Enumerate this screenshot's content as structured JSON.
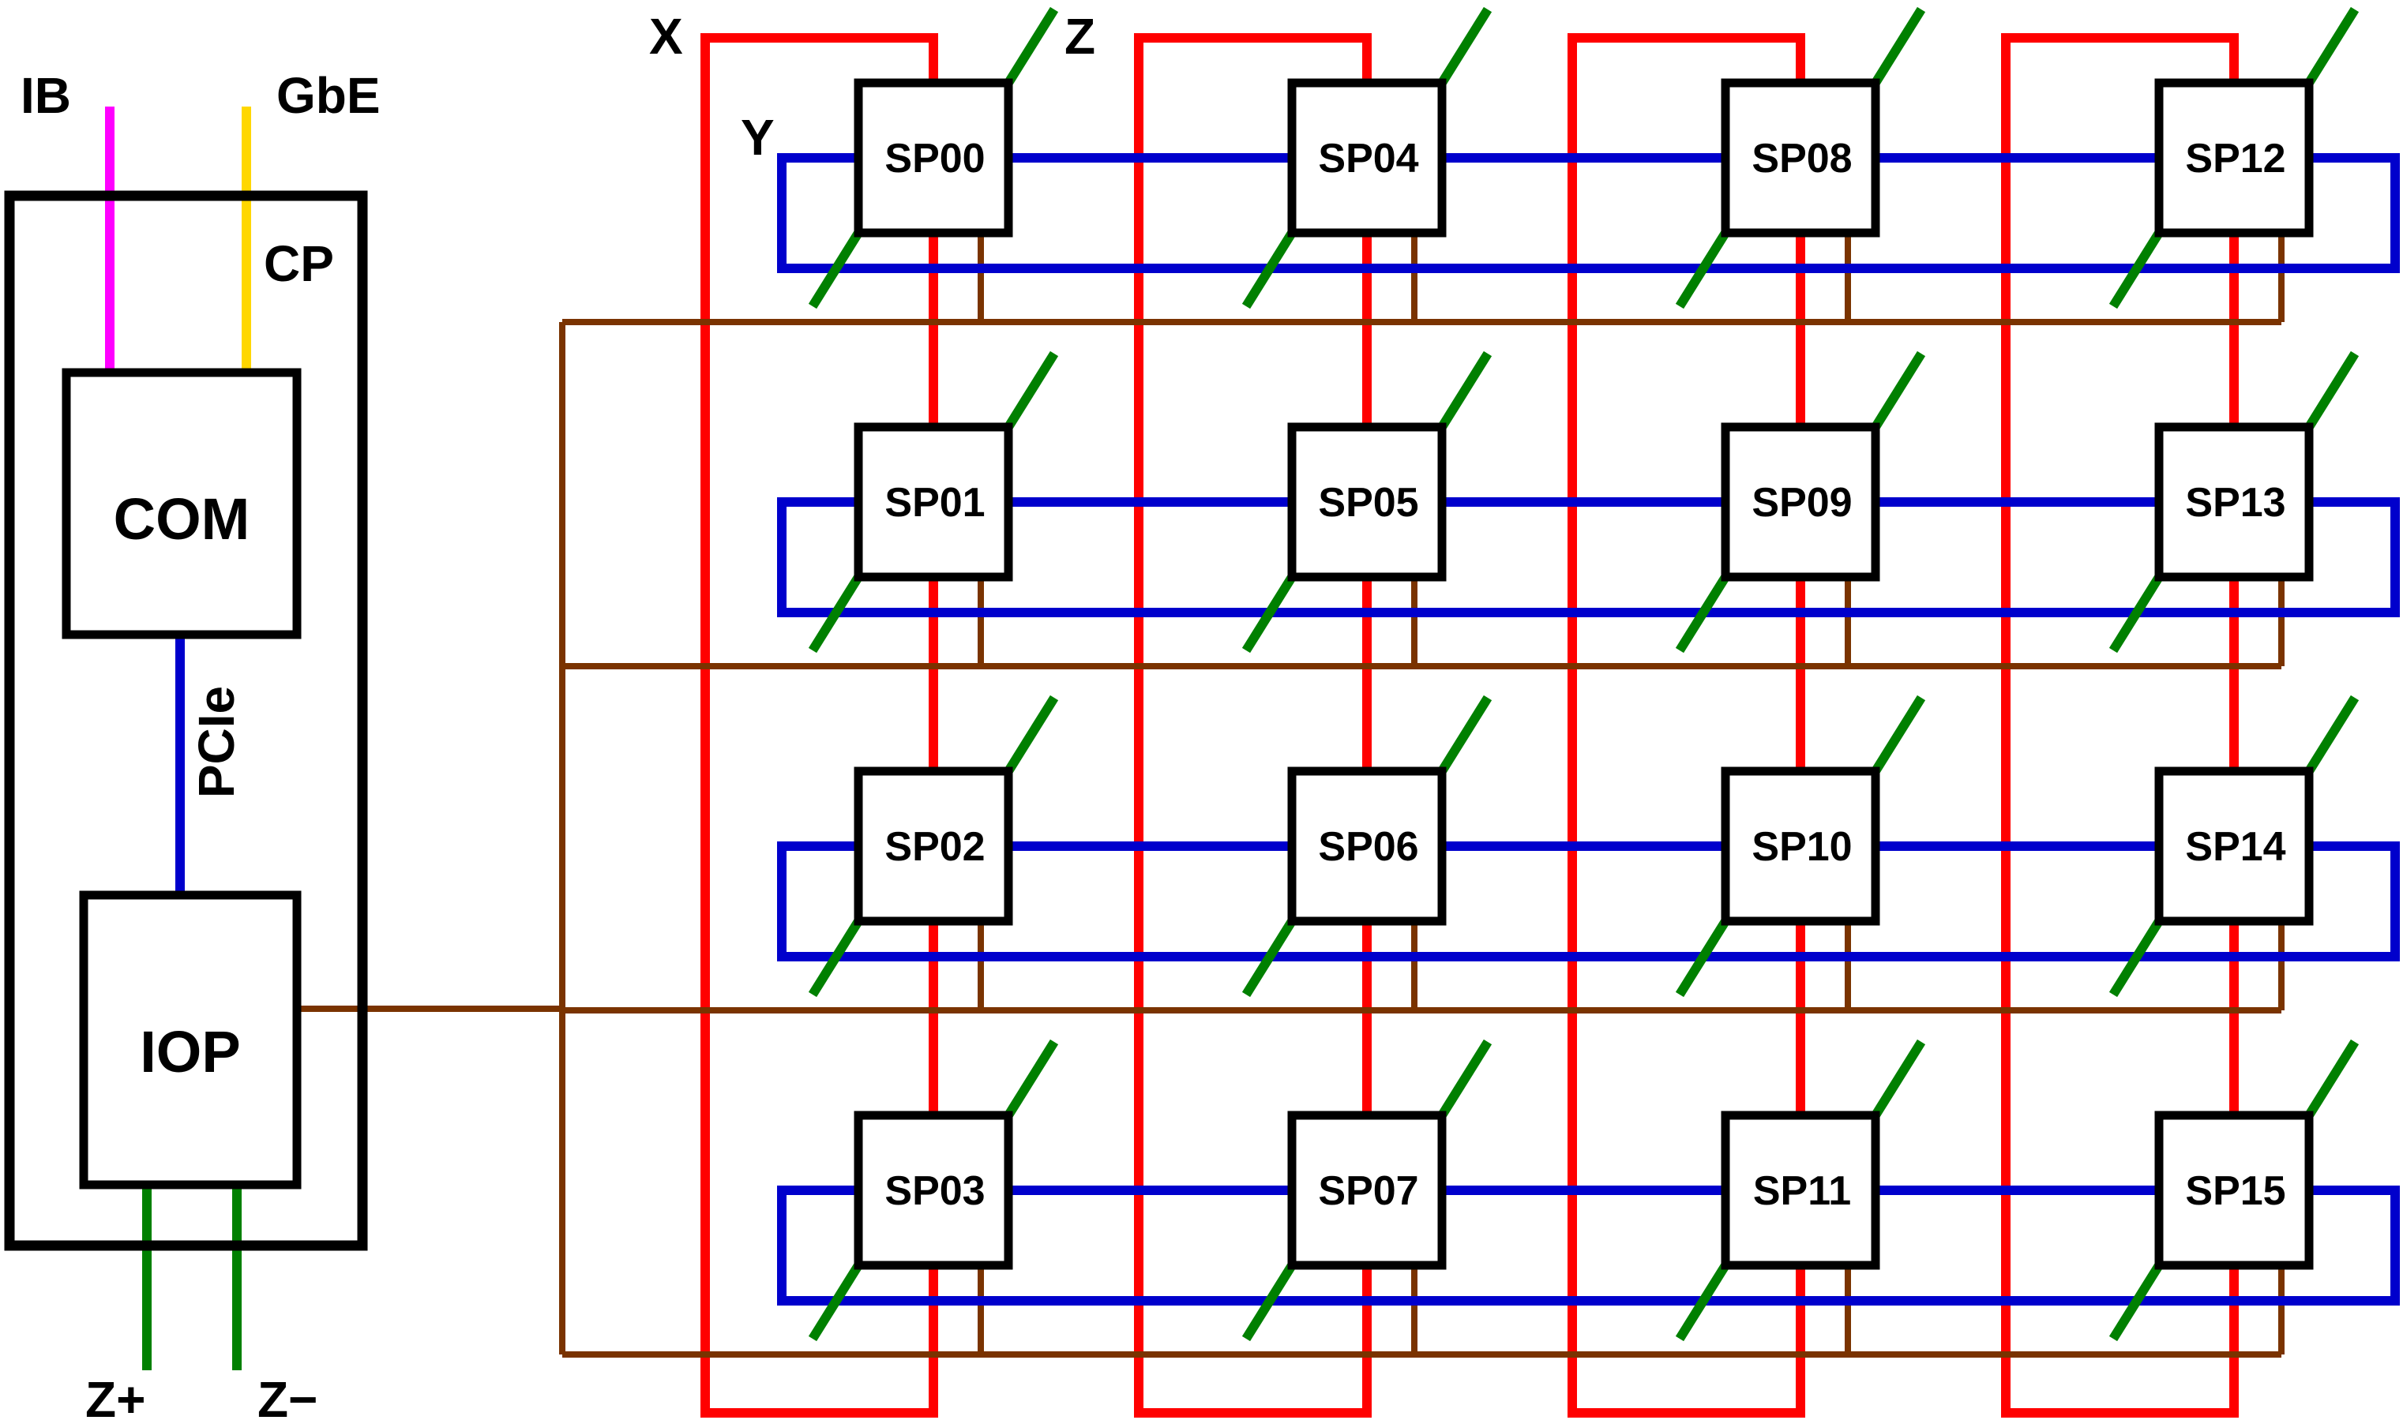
{
  "labels": {
    "ib": "IB",
    "gbe": "GbE",
    "cp": "CP",
    "com": "COM",
    "pcie": "PCIe",
    "iop": "IOP",
    "z_plus": "Z+",
    "z_minus": "Z−",
    "axis_x": "X",
    "axis_y": "Y",
    "axis_z": "Z"
  },
  "colors": {
    "x_link": "#ff0000",
    "y_link": "#0000cc",
    "z_link": "#008000",
    "io_bus": "#7a3300",
    "ib_link": "#ff00ff",
    "gbe_link": "#ffd700",
    "box": "#000000"
  },
  "sp_nodes": [
    [
      "SP00",
      "SP04",
      "SP08",
      "SP12"
    ],
    [
      "SP01",
      "SP05",
      "SP09",
      "SP13"
    ],
    [
      "SP02",
      "SP06",
      "SP10",
      "SP14"
    ],
    [
      "SP03",
      "SP07",
      "SP11",
      "SP15"
    ]
  ]
}
